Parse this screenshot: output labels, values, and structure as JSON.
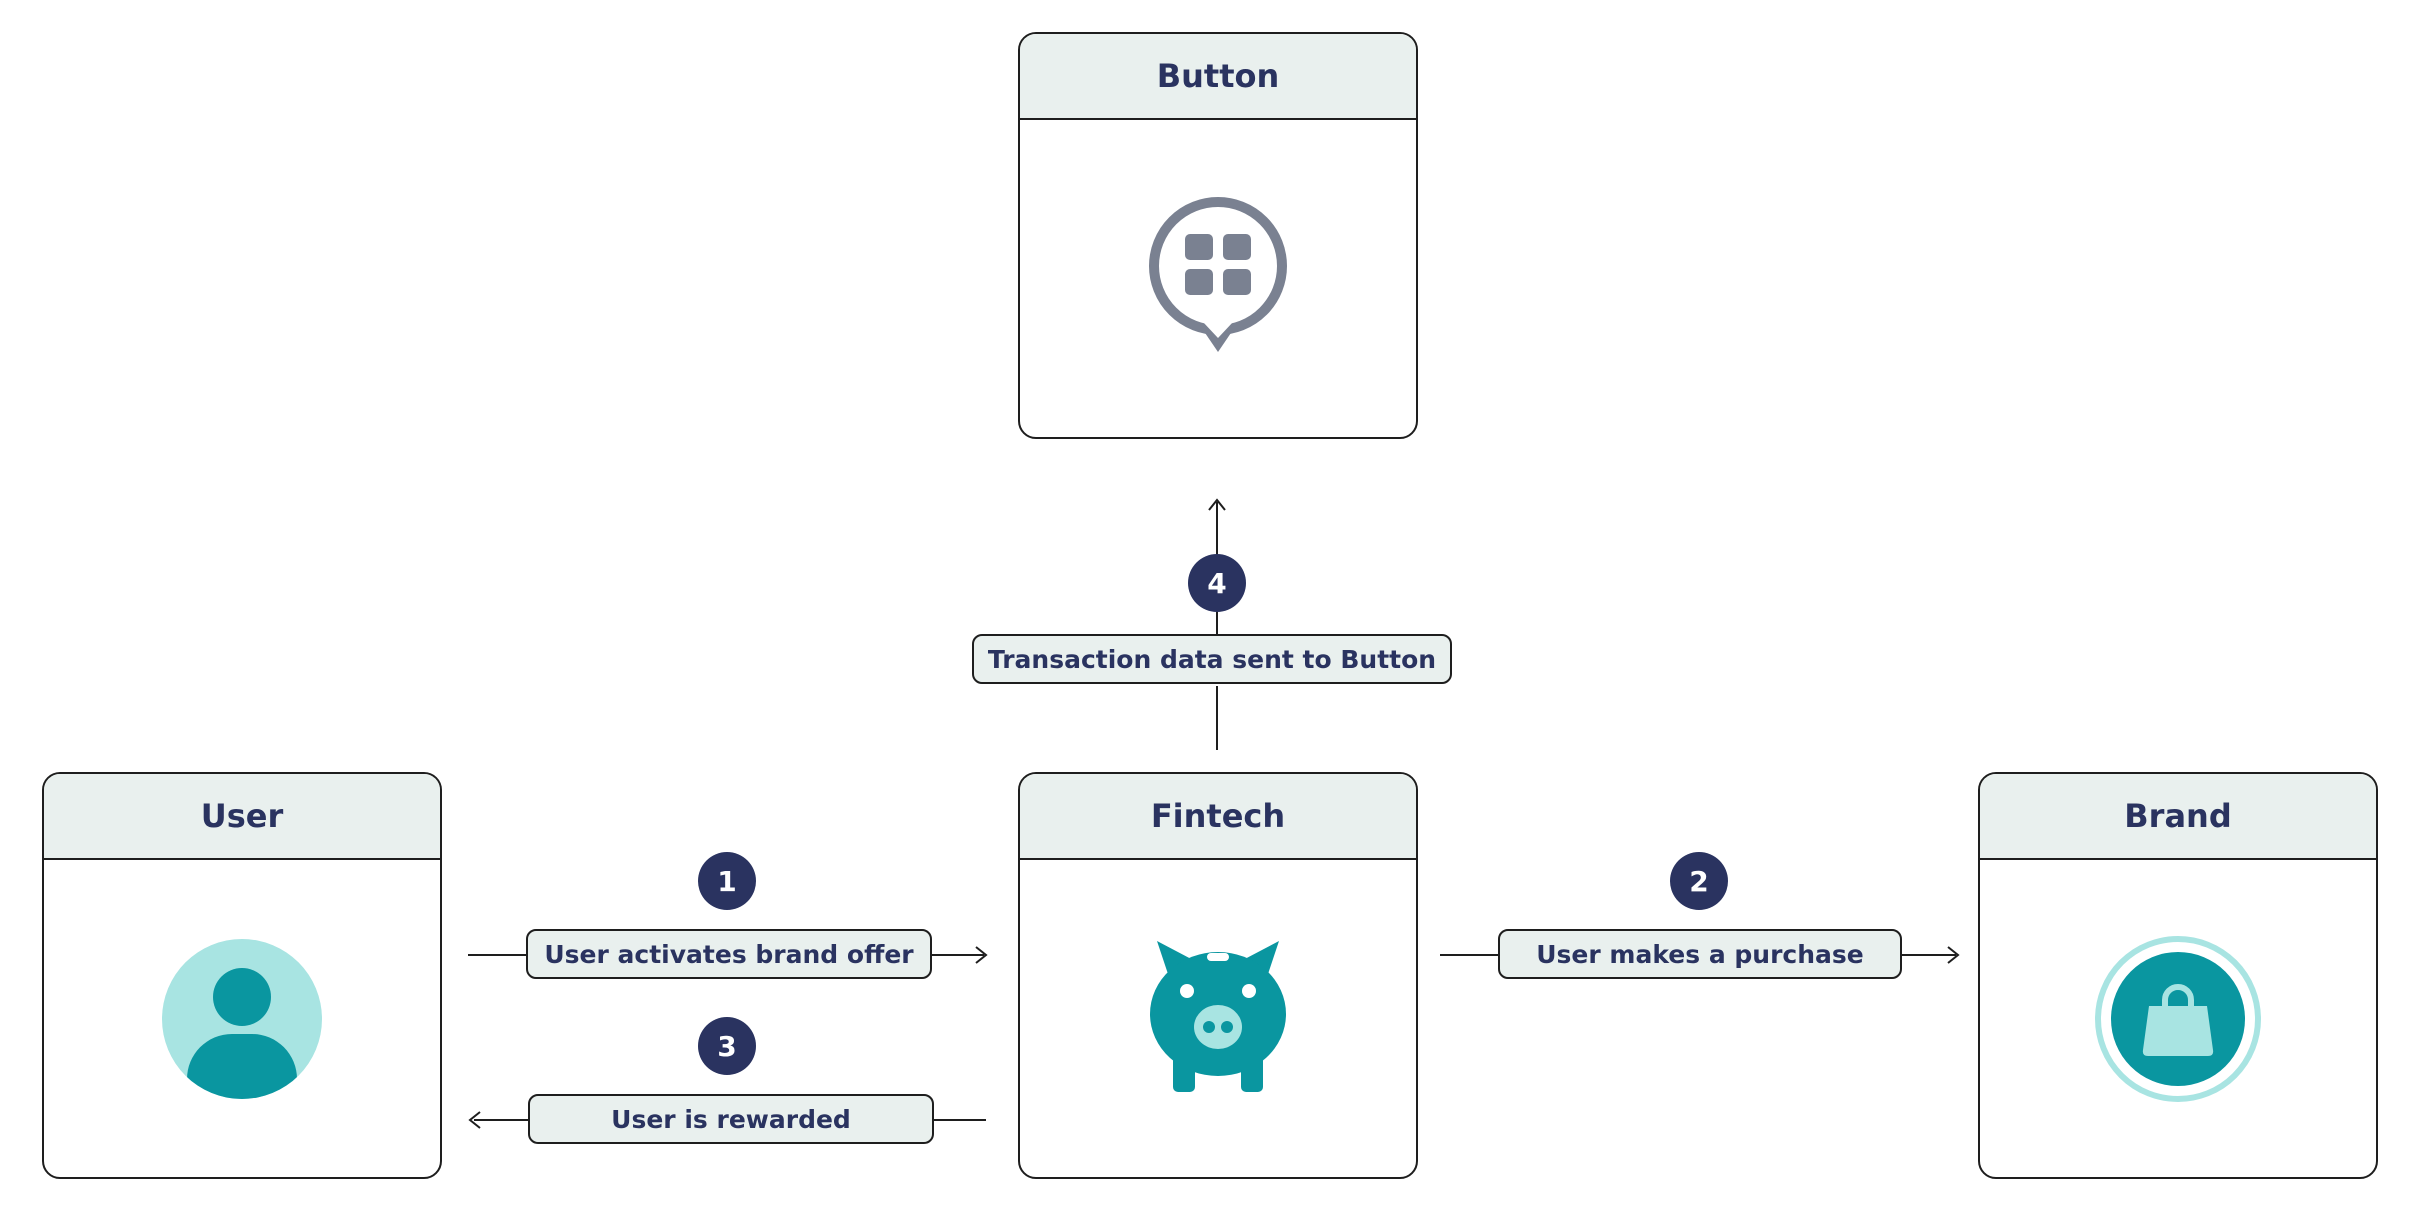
{
  "colors": {
    "header_fill": "#e9f0ee",
    "title_text": "#2a3360",
    "step_badge": "#2a3360",
    "teal": "#0a96a0",
    "light_teal": "#a8e4e2",
    "gray_icon": "#7a8191",
    "line": "#1e1e1e"
  },
  "nodes": {
    "button": {
      "title": "Button",
      "icon": "chat-bubble-grid-icon"
    },
    "user": {
      "title": "User",
      "icon": "user-avatar-icon"
    },
    "fintech": {
      "title": "Fintech",
      "icon": "piggy-bank-icon"
    },
    "brand": {
      "title": "Brand",
      "icon": "shopping-bag-icon"
    }
  },
  "steps": [
    {
      "number": "1",
      "label": "User activates brand offer"
    },
    {
      "number": "2",
      "label": "User makes a purchase"
    },
    {
      "number": "3",
      "label": "User is rewarded"
    },
    {
      "number": "4",
      "label": "Transaction data sent to Button"
    }
  ]
}
